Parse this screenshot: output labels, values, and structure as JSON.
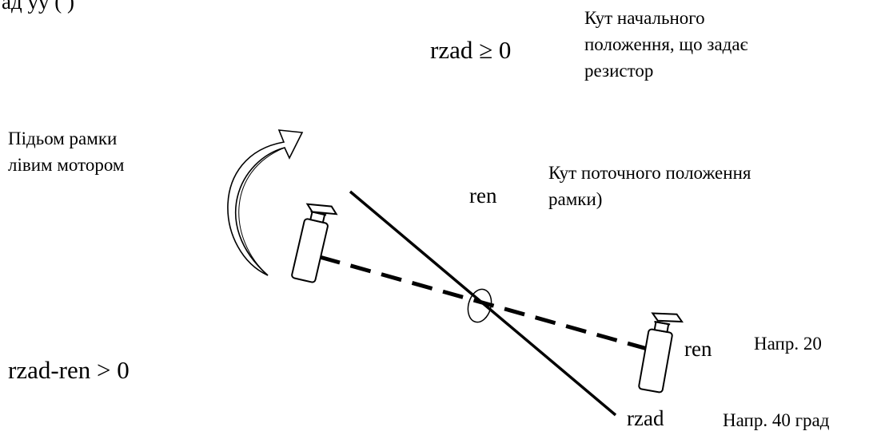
{
  "colors": {
    "ink": "#000000",
    "background": "#ffffff"
  },
  "labels": {
    "top_left_fragment": "ад  уу  (  )",
    "rzad_condition": "rzad ≥ 0",
    "initial_angle_note": [
      "Кут начального",
      "положення, що задає",
      "резистор"
    ],
    "lift_note": [
      "Підьом рамки",
      "лівим мотором"
    ],
    "current_angle_note": [
      "Кут поточного положення",
      "рамки)"
    ],
    "ren_center": "ren",
    "difference_condition": "rzad-ren > 0",
    "ren_right": "ren",
    "example_ren": "Напр. 20",
    "rzad_bottom": "rzad",
    "example_rzad": "Напр. 40 град"
  },
  "icons": {
    "lift_arrow": "curved-arrow-icon",
    "left_motor": "motor-icon",
    "right_motor": "motor-icon",
    "pivot": "pivot-ellipse-icon"
  }
}
